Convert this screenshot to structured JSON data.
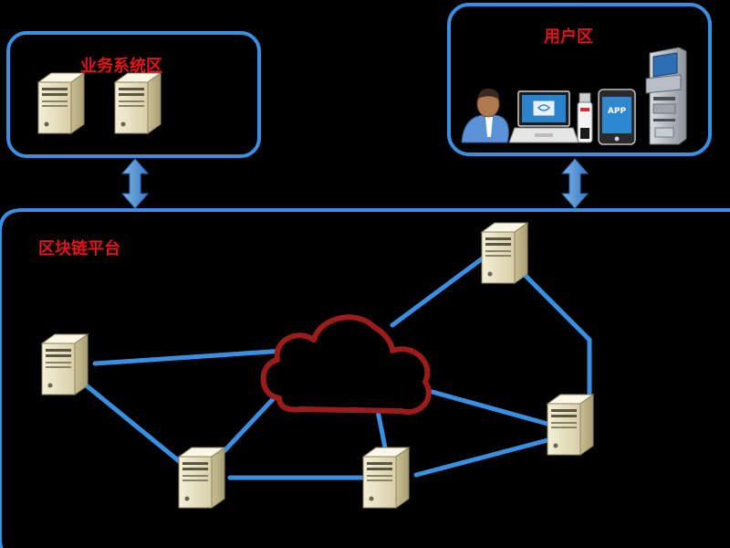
{
  "zones": {
    "business": {
      "title": "业务系统区"
    },
    "user": {
      "title": "用户区"
    },
    "blockchain": {
      "title": "区块链平台"
    }
  },
  "devices": {
    "app_label": "APP"
  },
  "colors": {
    "background": "#000000",
    "zone_border": "#3b8fe0",
    "title_text": "#e0141a",
    "network_link": "#3b8fe0",
    "cloud_outline": "#9b1c1c",
    "cloud_fill": "#000000",
    "arrow_fill": "#5b9bd5",
    "server_body": "#f0ead0"
  },
  "icons": {
    "server": "server-icon",
    "cloud": "cloud-icon",
    "user": "user-avatar-icon",
    "laptop": "laptop-icon",
    "usb": "usb-key-icon",
    "tablet": "tablet-icon",
    "kiosk": "kiosk-terminal-icon",
    "arrow": "bidirectional-arrow-icon"
  }
}
